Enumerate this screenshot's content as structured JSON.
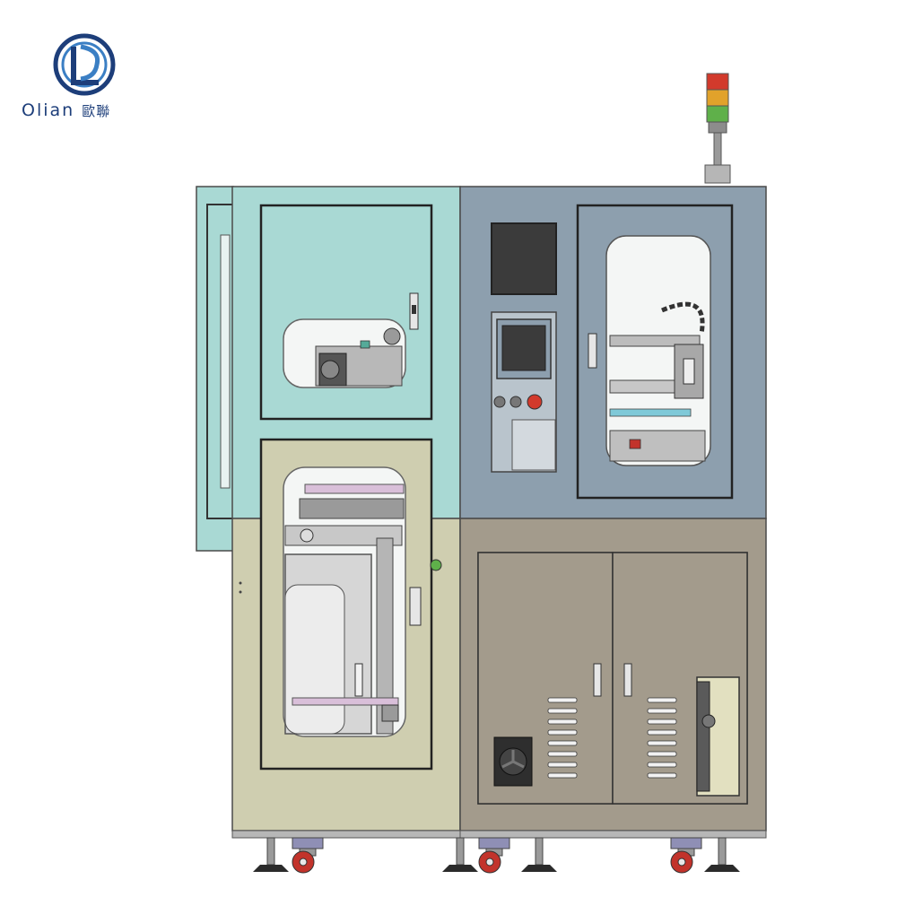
{
  "logo": {
    "mark_letters": "OL",
    "brand_en": "Olian",
    "brand_cn": "歐聯",
    "color": "#1d3e7a"
  },
  "colors": {
    "mint_panel": "#a9d9d4",
    "steel_blue_panel": "#8d9fae",
    "cream_panel": "#cfceb0",
    "taupe_panel": "#a39b8c",
    "screen_dark": "#3b3b3b",
    "caster_red": "#c2332b",
    "signal_red": "#d23a2c",
    "signal_amber": "#e1a22b",
    "signal_green": "#5fb04a"
  },
  "icons": {
    "signal_tower": "signal-tower-icon",
    "caster": "caster-wheel-icon",
    "fan": "cooling-fan-icon",
    "emergency_stop": "emergency-stop-icon"
  }
}
